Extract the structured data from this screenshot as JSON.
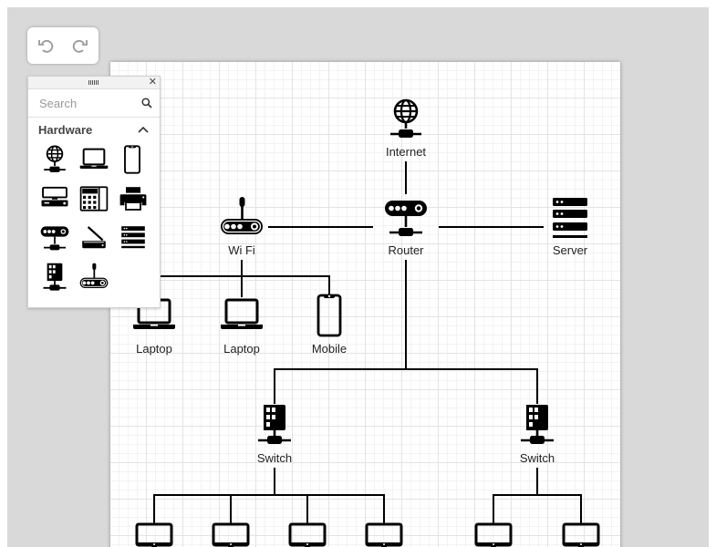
{
  "toolbar": {
    "undo_icon": "undo-icon",
    "redo_icon": "redo-icon"
  },
  "palette": {
    "close_glyph": "✕",
    "search_placeholder": "Search",
    "section_title": "Hardware",
    "items": [
      "globe-network-icon",
      "laptop-icon",
      "mobile-phone-icon",
      "desktop-computer-icon",
      "phone-keypad-icon",
      "printer-icon",
      "router-icon",
      "scanner-icon",
      "server-rack-icon",
      "switch-icon",
      "wifi-router-icon"
    ]
  },
  "diagram": {
    "nodes": {
      "internet": "Internet",
      "wifi": "Wi Fi",
      "router": "Router",
      "server": "Server",
      "laptop1": "Laptop",
      "laptop2": "Laptop",
      "mobile": "Mobile",
      "switch1": "Switch",
      "switch2": "Switch"
    },
    "connection_color": "#000000"
  },
  "colors": {
    "workspace_bg": "#d9d9d9",
    "canvas_bg": "#ffffff",
    "icon_color": "#000000"
  }
}
